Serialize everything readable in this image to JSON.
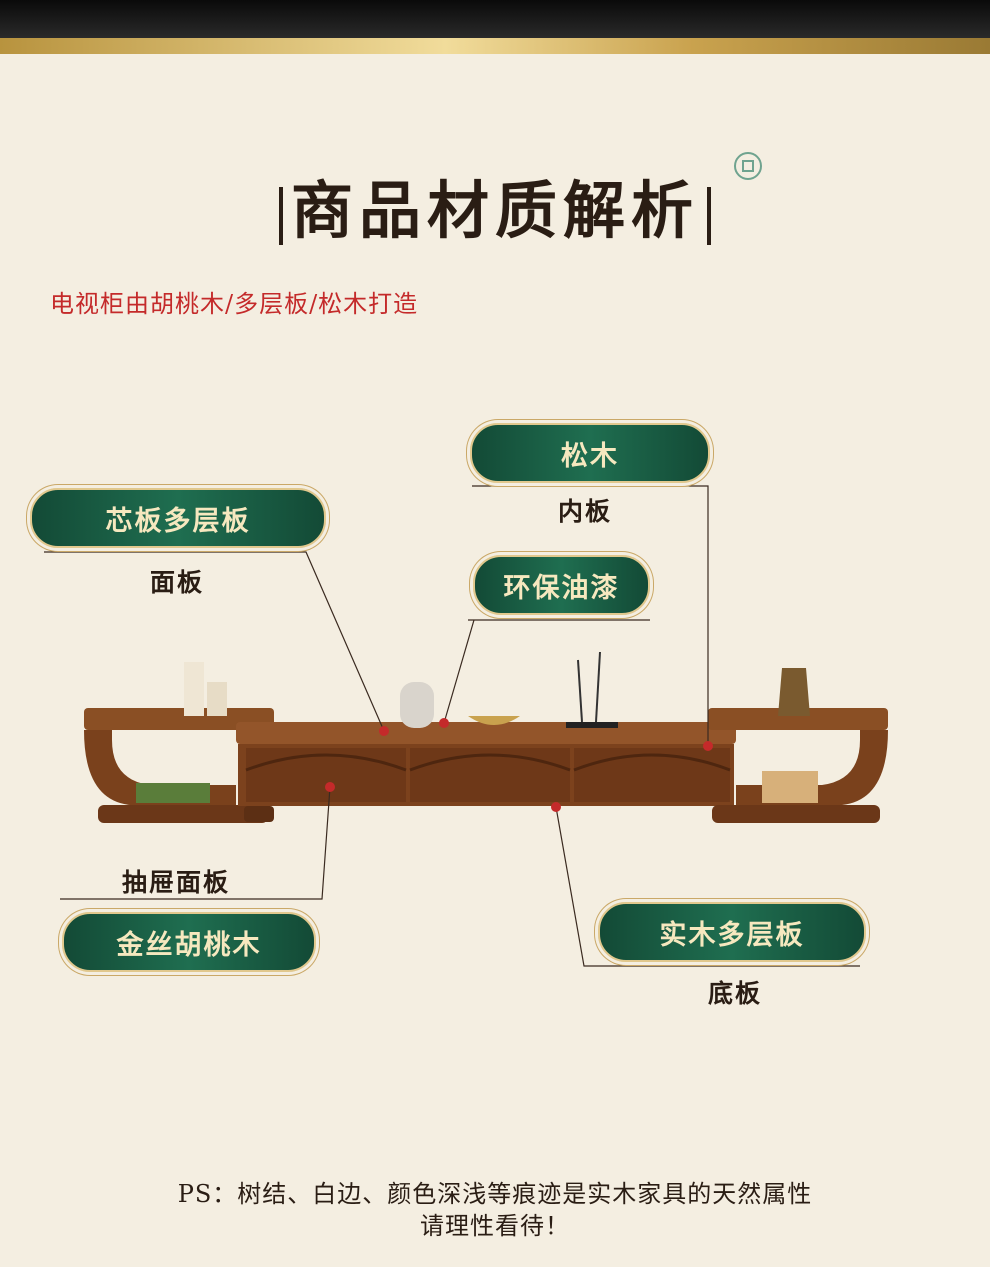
{
  "title": "商品材质解析",
  "subtitle": "电视柜由胡桃木/多层板/松木打造",
  "callouts": {
    "pine": {
      "material": "松木",
      "part": "内板"
    },
    "core": {
      "material": "芯板多层板",
      "part": "面板"
    },
    "paint": {
      "material": "环保油漆"
    },
    "drawer": {
      "material": "金丝胡桃木",
      "part": "抽屉面板"
    },
    "bottom": {
      "material": "实木多层板",
      "part": "底板"
    }
  },
  "note": {
    "line1": "PS：树结、白边、颜色深浅等痕迹是实木家具的天然属性",
    "line2": "请理性看待！"
  },
  "colors": {
    "accent_red": "#c42a2a",
    "badge_green": "#1f6e50",
    "gold": "#e1c88d"
  }
}
